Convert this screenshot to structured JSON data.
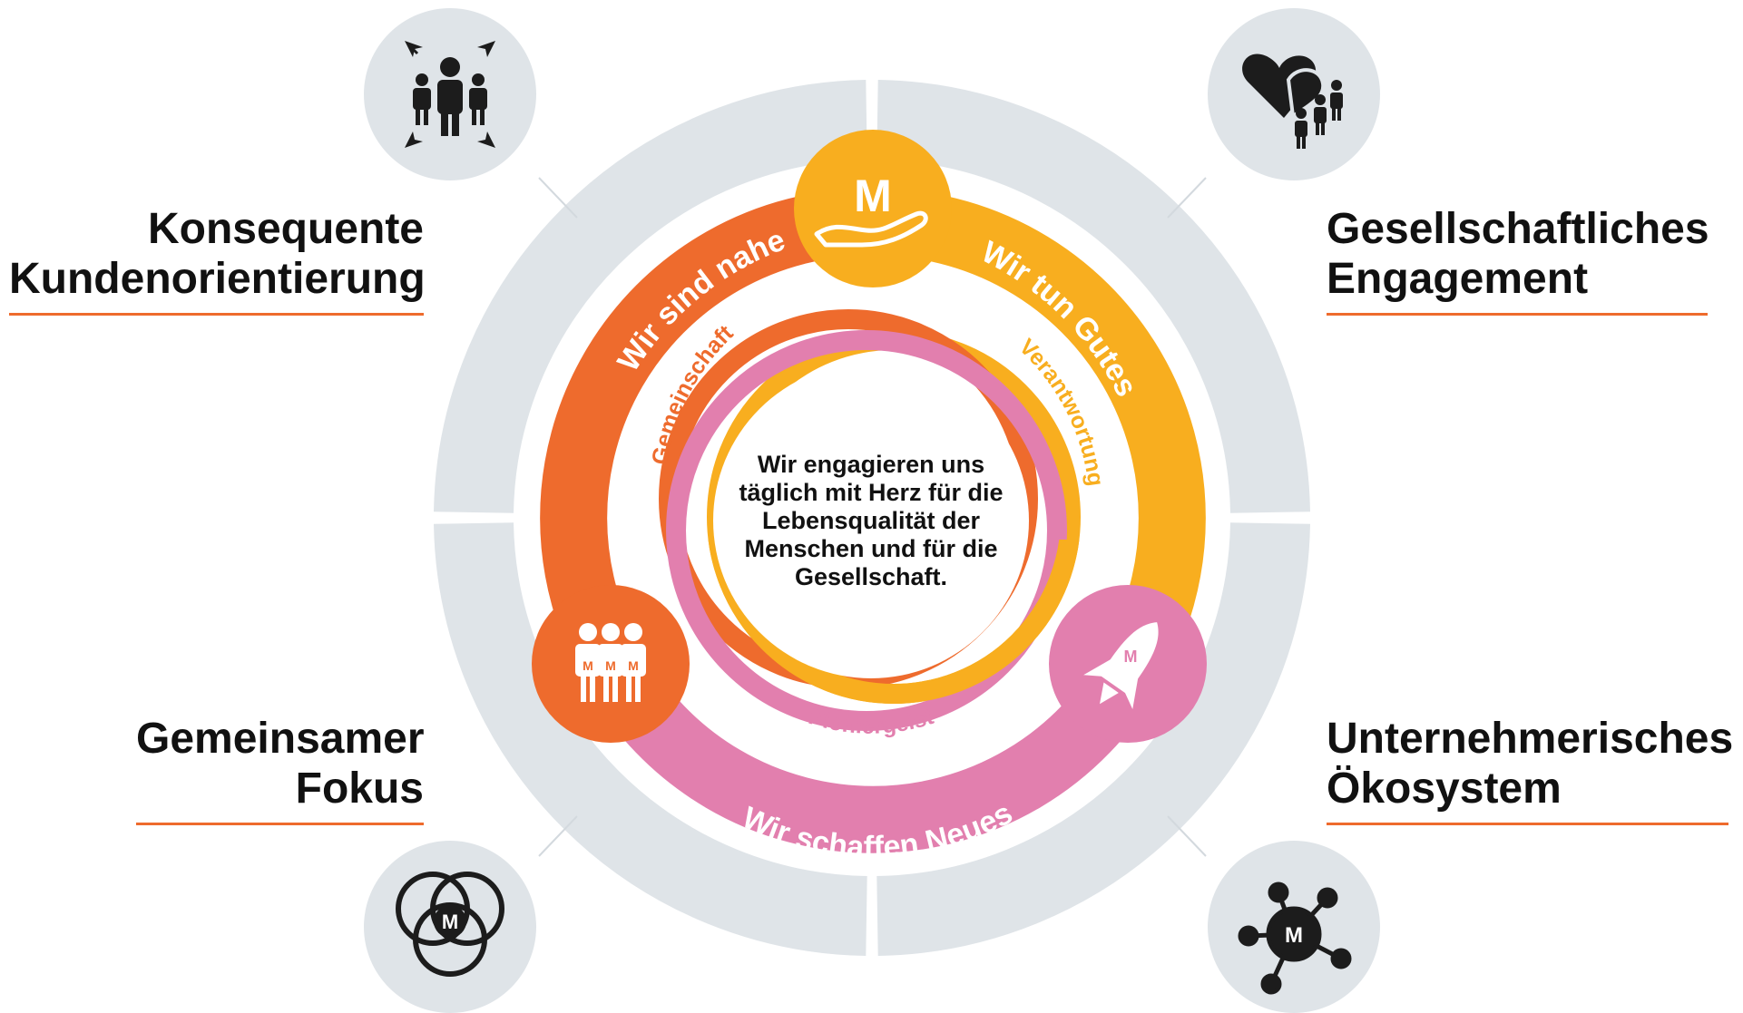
{
  "colors": {
    "gray_ring": "#dfe4e8",
    "orange": "#ee6b2d",
    "yellow": "#f8ae1f",
    "pink": "#e27fae",
    "dark": "#1c1c1c",
    "white": "#ffffff"
  },
  "quadrants": {
    "top_left": {
      "lines": [
        "Konsequente",
        "Kundenorientierung"
      ],
      "icon": "customer-focus-icon"
    },
    "top_right": {
      "lines": [
        "Gesellschaftliches",
        "Engagement"
      ],
      "icon": "heart-people-icon"
    },
    "bottom_left": {
      "lines": [
        "Gemeinsamer",
        "Fokus"
      ],
      "icon": "venn-circles-icon"
    },
    "bottom_right": {
      "lines": [
        "Unternehmerisches",
        "Ökosystem"
      ],
      "icon": "network-hub-icon"
    }
  },
  "ring": {
    "orange_arc": "Wir sind nahe",
    "yellow_arc": "Wir tun Gutes",
    "pink_arc": "Wir schaffen Neues"
  },
  "values": {
    "orange": "Gemeinschaft",
    "yellow": "Verantwortung",
    "pink": "Pioniergeist"
  },
  "badges": {
    "top": {
      "letter": "M",
      "icon": "hand-m-icon"
    },
    "left": {
      "letter": "M",
      "icon": "team-m-icon"
    },
    "right": {
      "letter": "M",
      "icon": "rocket-icon"
    }
  },
  "center": {
    "lines": [
      "Wir engagieren uns",
      "täglich mit Herz für die",
      "Lebensqualität der",
      "Menschen und für die",
      "Gesellschaft."
    ]
  },
  "icons": {
    "hub_letter": "M",
    "venn_letter": "M"
  }
}
